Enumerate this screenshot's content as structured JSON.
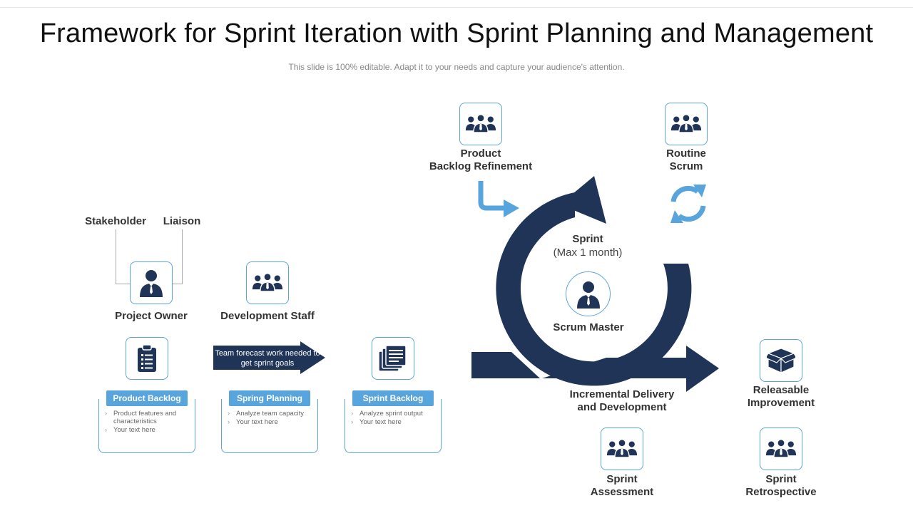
{
  "slide": {
    "title": "Framework for Sprint Iteration with Sprint Planning and Management",
    "subtitle": "This slide is 100% editable. Adapt it to your needs and capture your audience's attention."
  },
  "roles": {
    "stakeholder": "Stakeholder",
    "liaison": "Liaison",
    "project_owner": "Project Owner",
    "development_staff": "Development Staff"
  },
  "flow_arrow": {
    "text": "Team forecast work needed to get sprint goals"
  },
  "cards": [
    {
      "header": "Product Backlog",
      "bullets": [
        "Product features and characteristics",
        "Your text here"
      ]
    },
    {
      "header": "Spring Planning",
      "bullets": [
        "Analyze team capacity",
        "Your text here"
      ]
    },
    {
      "header": "Sprint Backlog",
      "bullets": [
        "Analyze sprint output",
        "Your text here"
      ]
    }
  ],
  "cycle": {
    "product_backlog_refinement": "Product\nBacklog Refinement",
    "routine_scrum": "Routine\nScrum",
    "sprint": "Sprint",
    "sprint_duration": "(Max 1 month)",
    "scrum_master": "Scrum Master",
    "incremental_delivery": "Incremental Delivery\nand Development",
    "releasable_improvement": "Releasable\nImprovement",
    "sprint_assessment": "Sprint\nAssessment",
    "sprint_retrospective": "Sprint\nRetrospective"
  },
  "icons": {
    "team": "team-icon",
    "person": "person-icon",
    "clipboard": "clipboard-icon",
    "documents": "documents-icon",
    "box": "box-icon",
    "refresh": "refresh-icon"
  },
  "colors": {
    "navy": "#1f3456",
    "accent_blue": "#58a4dc"
  }
}
